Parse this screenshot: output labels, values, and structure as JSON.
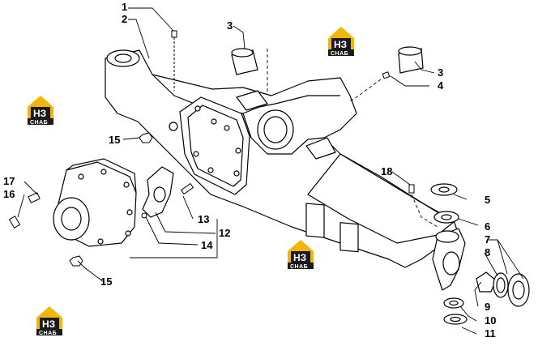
{
  "diagram": {
    "callouts": [
      {
        "id": "c1",
        "label": "1"
      },
      {
        "id": "c2",
        "label": "2"
      },
      {
        "id": "c3a",
        "label": "3"
      },
      {
        "id": "c3b",
        "label": "3"
      },
      {
        "id": "c4",
        "label": "4"
      },
      {
        "id": "c5",
        "label": "5"
      },
      {
        "id": "c6",
        "label": "6"
      },
      {
        "id": "c7",
        "label": "7"
      },
      {
        "id": "c8",
        "label": "8"
      },
      {
        "id": "c9",
        "label": "9"
      },
      {
        "id": "c10",
        "label": "10"
      },
      {
        "id": "c11",
        "label": "11"
      },
      {
        "id": "c12",
        "label": "12"
      },
      {
        "id": "c13",
        "label": "13"
      },
      {
        "id": "c14",
        "label": "14"
      },
      {
        "id": "c15a",
        "label": "15"
      },
      {
        "id": "c15b",
        "label": "15"
      },
      {
        "id": "c16",
        "label": "16"
      },
      {
        "id": "c17",
        "label": "17"
      },
      {
        "id": "c18",
        "label": "18"
      }
    ]
  },
  "watermark": {
    "logo_letters": "НЗ",
    "logo_sub": "СНАБ",
    "colors": {
      "house": "#f2b705",
      "box": "#1a1a1a",
      "text": "#ffffff"
    }
  }
}
